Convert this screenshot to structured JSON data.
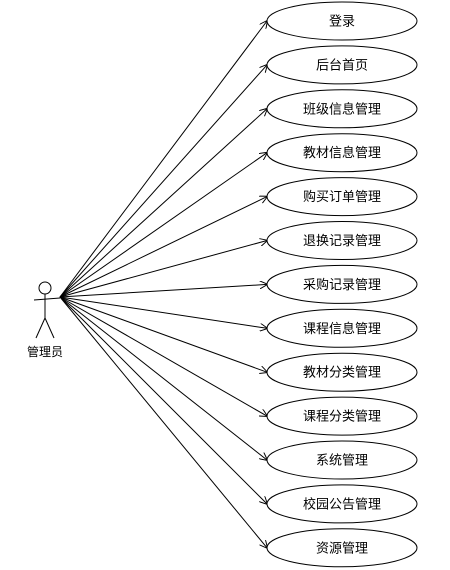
{
  "actor": {
    "label": "管理员"
  },
  "use_cases": [
    {
      "label": "登录"
    },
    {
      "label": "后台首页"
    },
    {
      "label": "班级信息管理"
    },
    {
      "label": "教材信息管理"
    },
    {
      "label": "购买订单管理"
    },
    {
      "label": "退换记录管理"
    },
    {
      "label": "采购记录管理"
    },
    {
      "label": "课程信息管理"
    },
    {
      "label": "教材分类管理"
    },
    {
      "label": "课程分类管理"
    },
    {
      "label": "系统管理"
    },
    {
      "label": "校园公告管理"
    },
    {
      "label": "资源管理"
    }
  ]
}
